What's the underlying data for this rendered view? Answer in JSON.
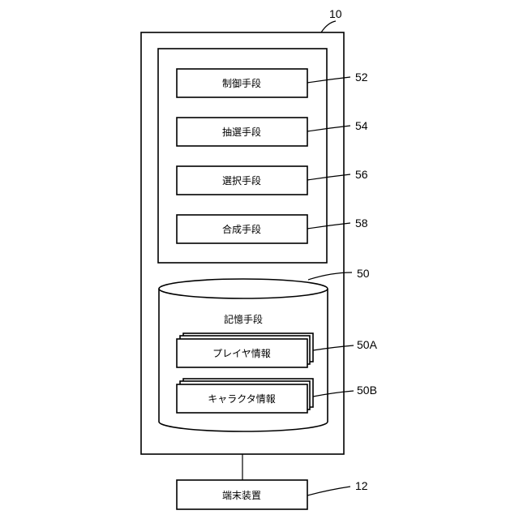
{
  "device_ref": "10",
  "unit_refs": {
    "control": "52",
    "lottery": "54",
    "selection": "56",
    "synthesis": "58"
  },
  "units": {
    "control": "制御手段",
    "lottery": "抽選手段",
    "selection": "選択手段",
    "synthesis": "合成手段"
  },
  "storage": {
    "ref": "50",
    "label": "記憶手段",
    "player_info": "プレイヤ情報",
    "player_info_ref": "50A",
    "character_info": "キャラクタ情報",
    "character_info_ref": "50B"
  },
  "terminal": {
    "label": "端末装置",
    "ref": "12"
  }
}
